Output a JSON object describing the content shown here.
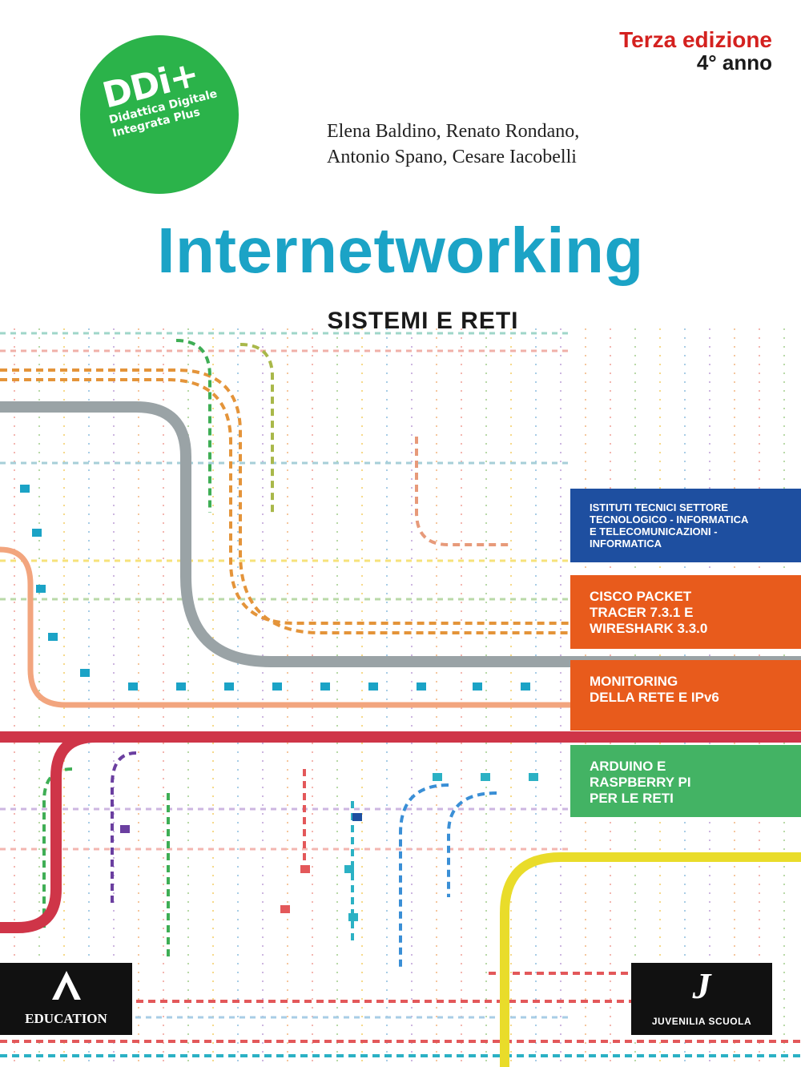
{
  "edition": {
    "label": "Terza edizione",
    "year": "4° anno"
  },
  "ddi_badge": {
    "logo": "DDi+",
    "line1": "Didattica Digitale",
    "line2": "Integrata Plus"
  },
  "authors": [
    "Elena Baldino, Renato Rondano,",
    "Antonio Spano, Cesare Iacobelli"
  ],
  "title": "Internetworking",
  "subtitle": "SISTEMI E RETI",
  "boxes": [
    {
      "lines": [
        "ISTITUTI TECNICI SETTORE",
        "TECNOLOGICO - INFORMATICA",
        "E TELECOMUNICAZIONI -",
        "INFORMATICA"
      ],
      "color": "#1e4fa0"
    },
    {
      "lines": [
        "CISCO PACKET",
        "TRACER 7.3.1 E",
        "WIRESHARK 3.3.0"
      ],
      "color": "#e85b1c"
    },
    {
      "lines": [
        "MONITORING",
        "DELLA RETE E IPv6"
      ],
      "color": "#e85b1c"
    },
    {
      "lines": [
        "ARDUINO E",
        "RASPBERRY PI",
        "PER LE RETI"
      ],
      "color": "#43b364"
    }
  ],
  "publisher": {
    "name": "EDUCATION",
    "icon": "mondadori-mark-icon"
  },
  "imprint": {
    "mark": "J",
    "name": "JUVENILIA SCUOLA"
  },
  "colors": {
    "title": "#1ba3c6",
    "accent_red": "#d4211f",
    "badge_green": "#2bb34a",
    "line_gray": "#9aa3a6",
    "line_peach": "#f2a57e",
    "line_red": "#cf3548",
    "line_yellow": "#e9dc2a"
  }
}
